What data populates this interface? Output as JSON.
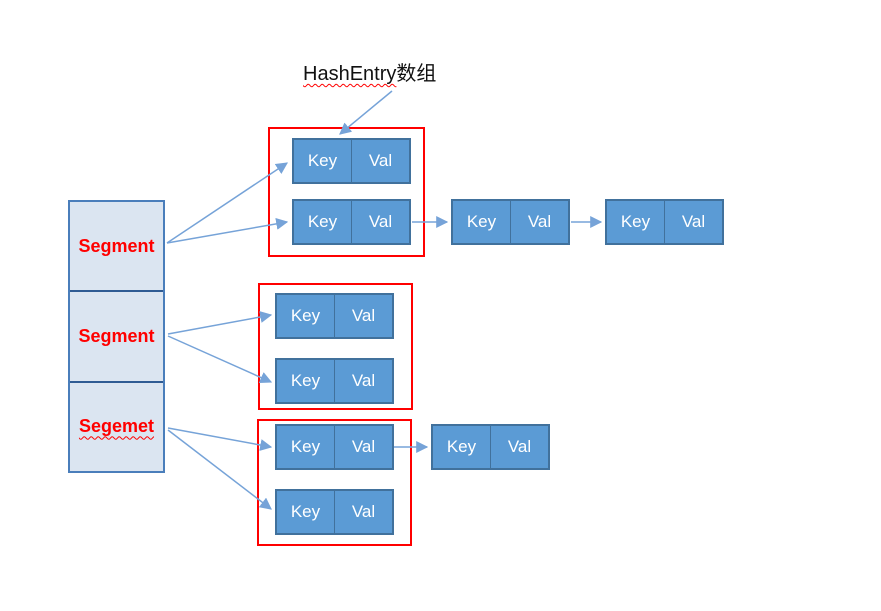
{
  "title": {
    "text_latin": "HashEntry",
    "text_cjk": "数组",
    "full_text": "HashEntry数组"
  },
  "segment_table": {
    "cells": [
      {
        "label": "Segment",
        "misspelled": false
      },
      {
        "label": "Segment",
        "misspelled": false
      },
      {
        "label": "Segemet",
        "misspelled": true
      }
    ]
  },
  "entry_labels": {
    "key": "Key",
    "val": "Val"
  },
  "structure": {
    "description": "ConcurrentHashMap segments pointing to HashEntry arrays with linked chains",
    "segments": [
      "Segment",
      "Segment",
      "Segemet"
    ],
    "hashentry_groups": [
      {
        "segment_index": 0,
        "entries_in_array": 2,
        "chain": {
          "from_entry": 1,
          "extra_nodes": 2
        }
      },
      {
        "segment_index": 1,
        "entries_in_array": 2,
        "chain": null
      },
      {
        "segment_index": 2,
        "entries_in_array": 2,
        "chain": {
          "from_entry": 0,
          "extra_nodes": 1
        }
      }
    ]
  },
  "colors": {
    "entry_fill": "#5b9bd5",
    "entry_border": "#41719c",
    "segment_fill": "#dbe5f1",
    "segment_border": "#4a7ebb",
    "segment_text": "#ff0000",
    "group_outline": "#ff0000",
    "arrow": "#76a3d8",
    "title_text": "#111111",
    "spellcheck_underline": "#ff0000"
  }
}
